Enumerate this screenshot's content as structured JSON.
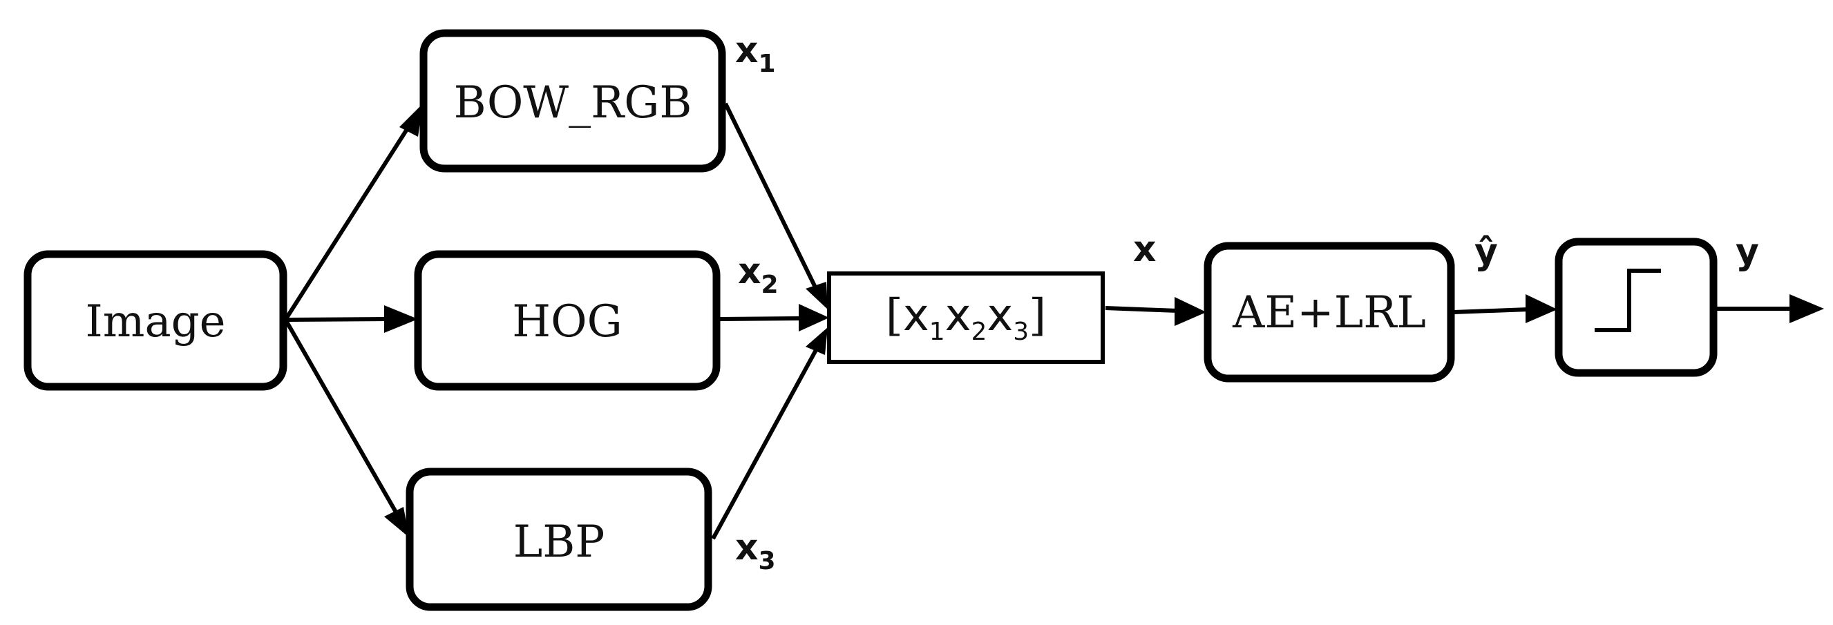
{
  "diagram": {
    "nodes": {
      "image": "Image",
      "bow_rgb": "BOW_RGB",
      "hog": "HOG",
      "lbp": "LBP",
      "concat": {
        "open": "[",
        "x": "x",
        "s1": "1",
        "s2": "2",
        "s3": "3",
        "close": "]"
      },
      "ae_lrl": "AE+LRL",
      "threshold_icon": "step-function-icon"
    },
    "edge_labels": {
      "x1": {
        "base": "x",
        "sub": "1"
      },
      "x2": {
        "base": "x",
        "sub": "2"
      },
      "x3": {
        "base": "x",
        "sub": "3"
      },
      "x": "x",
      "y_hat": "ŷ",
      "y": "y"
    }
  }
}
